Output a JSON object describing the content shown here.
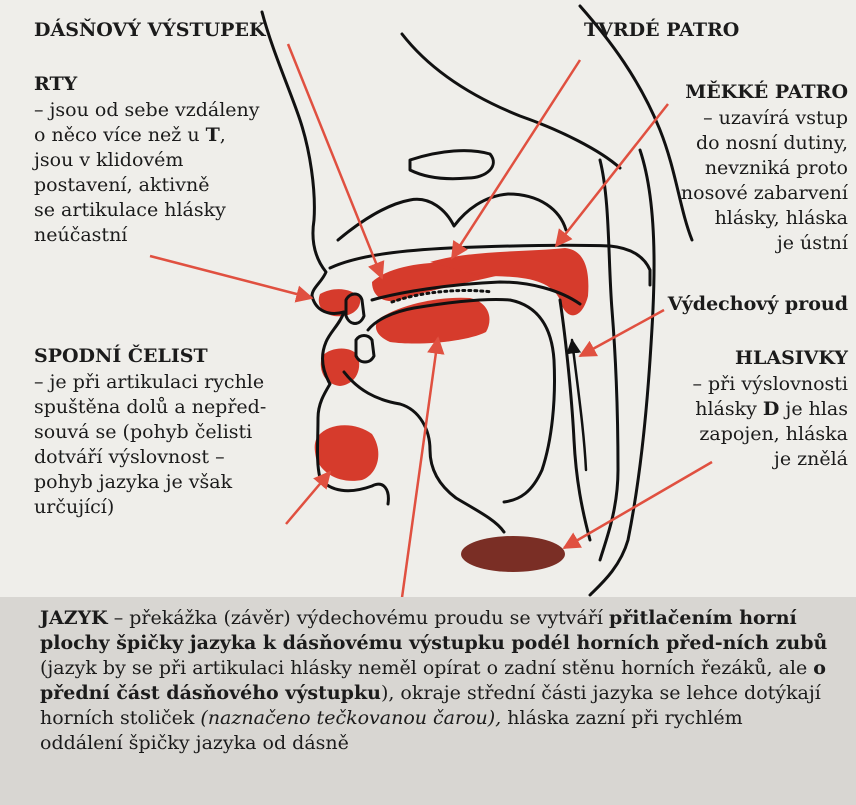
{
  "labels": {
    "alveolar_ridge": "DÁSŇOVÝ VÝSTUPEK",
    "hard_palate": "TVRDÉ PATRO",
    "soft_palate": "MĚKKÉ PATRO",
    "lips": "RTY",
    "airflow": "Výdechový proud",
    "lower_jaw": "SPODNÍ ČELIST",
    "vocal_cords": "HLASIVKY",
    "tongue": "JAZYK"
  },
  "descriptions": {
    "lips": [
      "– jsou od sebe vzdáleny",
      "o něco více než u ",
      "T",
      ",",
      "jsou v klidovém",
      "postavení, aktivně",
      "se artikulace hlásky",
      "neúčastní"
    ],
    "soft_palate": [
      "– uzavírá vstup",
      "do nosní dutiny,",
      "nevzniká proto",
      "nosové zabarvení",
      "hlásky, hláska",
      "je ústní"
    ],
    "lower_jaw": [
      "– je při artikulaci rychle",
      "spuštěna dolů a nepřed-",
      "souvá se (pohyb čelisti",
      "dotváří výslovnost –",
      "pohyb jazyka je však",
      "určující)"
    ],
    "vocal_cords": [
      "– při výslovnosti",
      "hlásky ",
      "D",
      " je hlas",
      "zapojen, hláska",
      "je znělá"
    ]
  },
  "tongue_text": {
    "p1": " – překážka (závěr) výdechovému proudu se vytváří ",
    "b1": "přitlačením horní plochy špičky jazyka k dásňovému výstupku podél horních před-ních zubů",
    "p2": " (jazyk by se při artikulaci hlásky neměl opírat o zadní stěnu horních řezáků, ale ",
    "b2": "o přední část dásňového výstupku",
    "p3": "), okraje střední části jazyka se lehce dotýkají horních stoliček ",
    "i1": "(naznačeno tečkovanou čarou),",
    "p4": " hláska zazní při rychlém oddálení špičky jazyka od dásně"
  },
  "colors": {
    "highlight_red": "#d63b2c",
    "arrow_red": "#e05040",
    "vocal_cords_brown": "#7a2e25",
    "outline": "#111111",
    "panel_gray": "#d8d6d2"
  }
}
